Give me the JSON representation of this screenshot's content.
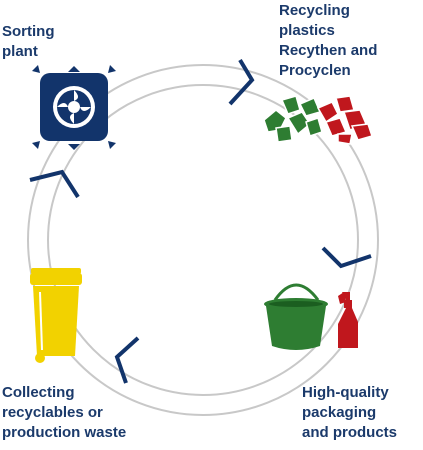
{
  "stages": {
    "sorting": {
      "lines": [
        "Sorting",
        "plant"
      ],
      "icon": "sorting-machine-icon"
    },
    "recycling": {
      "lines": [
        "Recycling",
        "plastics",
        "Recythen and",
        "Procyclen"
      ],
      "icon": "plastic-flakes-icon"
    },
    "products": {
      "lines": [
        "High-quality",
        "packaging",
        "and products"
      ],
      "icon": "bucket-and-spray-bottle-icon"
    },
    "collecting": {
      "lines": [
        "Collecting",
        "recyclables or",
        "production waste"
      ],
      "icon": "wheelie-bin-icon"
    }
  },
  "colors": {
    "text": "#1b3a6b",
    "arrow": "#12346b",
    "ring": "#c8c8c8",
    "green": "#2e7d32",
    "red": "#c0171d",
    "yellow": "#f2d200"
  }
}
